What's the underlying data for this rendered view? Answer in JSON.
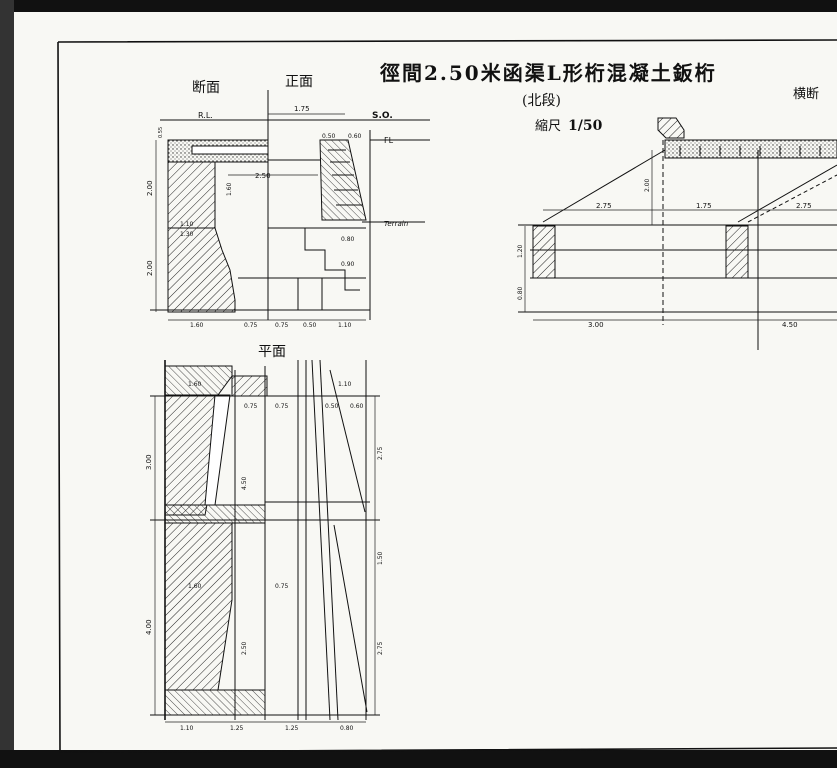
{
  "title": "徑間2.50米函渠L形桁混凝土鈑桁",
  "subtitle": "(北段)",
  "scale_label": "縮尺",
  "scale_value": "1/50",
  "views": {
    "section": "断面",
    "front": "正面",
    "plan": "平面",
    "cross": "横断"
  },
  "labels": {
    "rl": "R.L.",
    "so": "S.O.",
    "fl": "FL",
    "terrain": "Terrain"
  },
  "dims": {
    "d175_top": "1.75",
    "d050": "0.50",
    "d060": "0.60",
    "d250": "2.50",
    "d200a": "2.00",
    "d200b": "2.00",
    "d160v": "1.60",
    "d055": "0.55",
    "d110": "1.10",
    "d130": "1.30",
    "d080": "0.80",
    "d090": "0.90",
    "b160": "1.60",
    "b075a": "0.75",
    "b075b": "0.75",
    "b050": "0.50",
    "b110": "1.10",
    "p160a": "1.60",
    "p110": "1.10",
    "p075a": "0.75",
    "p075b": "0.75",
    "p050": "0.50",
    "p060": "0.60",
    "p300": "3.00",
    "p450": "4.50",
    "p400": "4.00",
    "p275a": "2.75",
    "p150": "1.50",
    "p275b": "2.75",
    "p160b": "1.60",
    "p075c": "0.75",
    "p250": "2.50",
    "pb110": "1.10",
    "pb125a": "1.25",
    "pb125b": "1.25",
    "pb080": "0.80",
    "c275a": "2.75",
    "c175": "1.75",
    "c275b": "2.75",
    "c200": "2.00",
    "c120": "1.20",
    "c080": "0.80",
    "c300": "3.00",
    "c450": "4.50"
  }
}
